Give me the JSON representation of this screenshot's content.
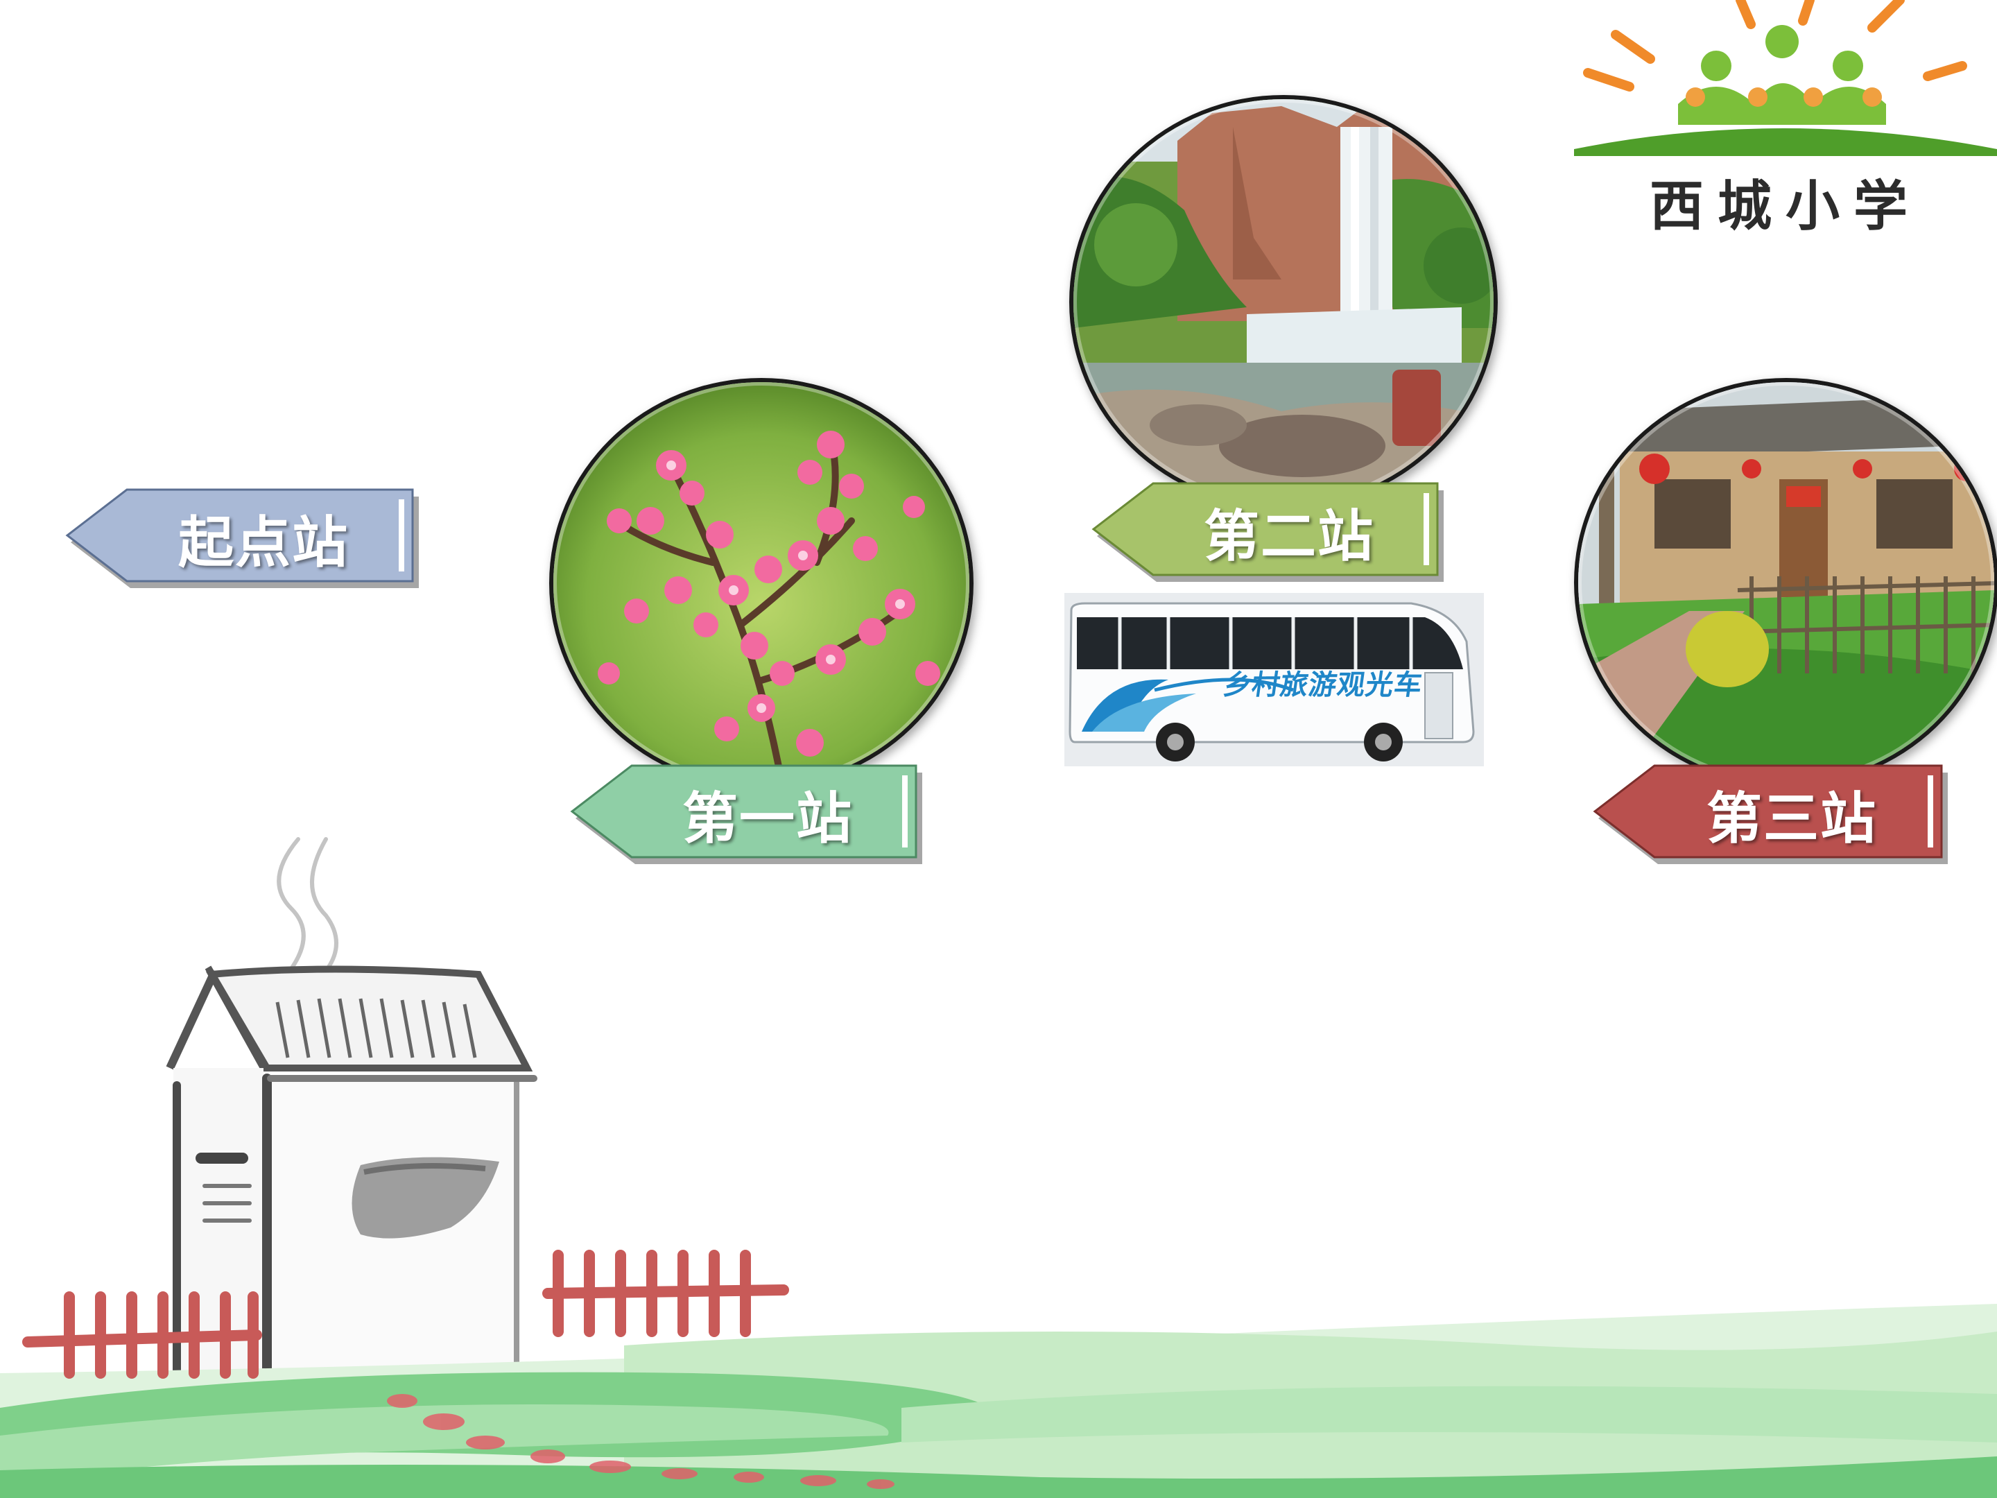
{
  "logo": {
    "text": "西城小学"
  },
  "stations": {
    "start": {
      "label": "起点站",
      "color": "#a9b9d6"
    },
    "first": {
      "label": "第一站",
      "color": "#8fcfa6"
    },
    "second": {
      "label": "第二站",
      "color": "#a7c36a"
    },
    "third": {
      "label": "第三站",
      "color": "#b9504e"
    }
  },
  "bus": {
    "text": "乡村旅游观光车"
  },
  "photos": {
    "first": "peach-blossom-photo",
    "second": "waterfall-photo",
    "third": "farmhouse-photo"
  }
}
